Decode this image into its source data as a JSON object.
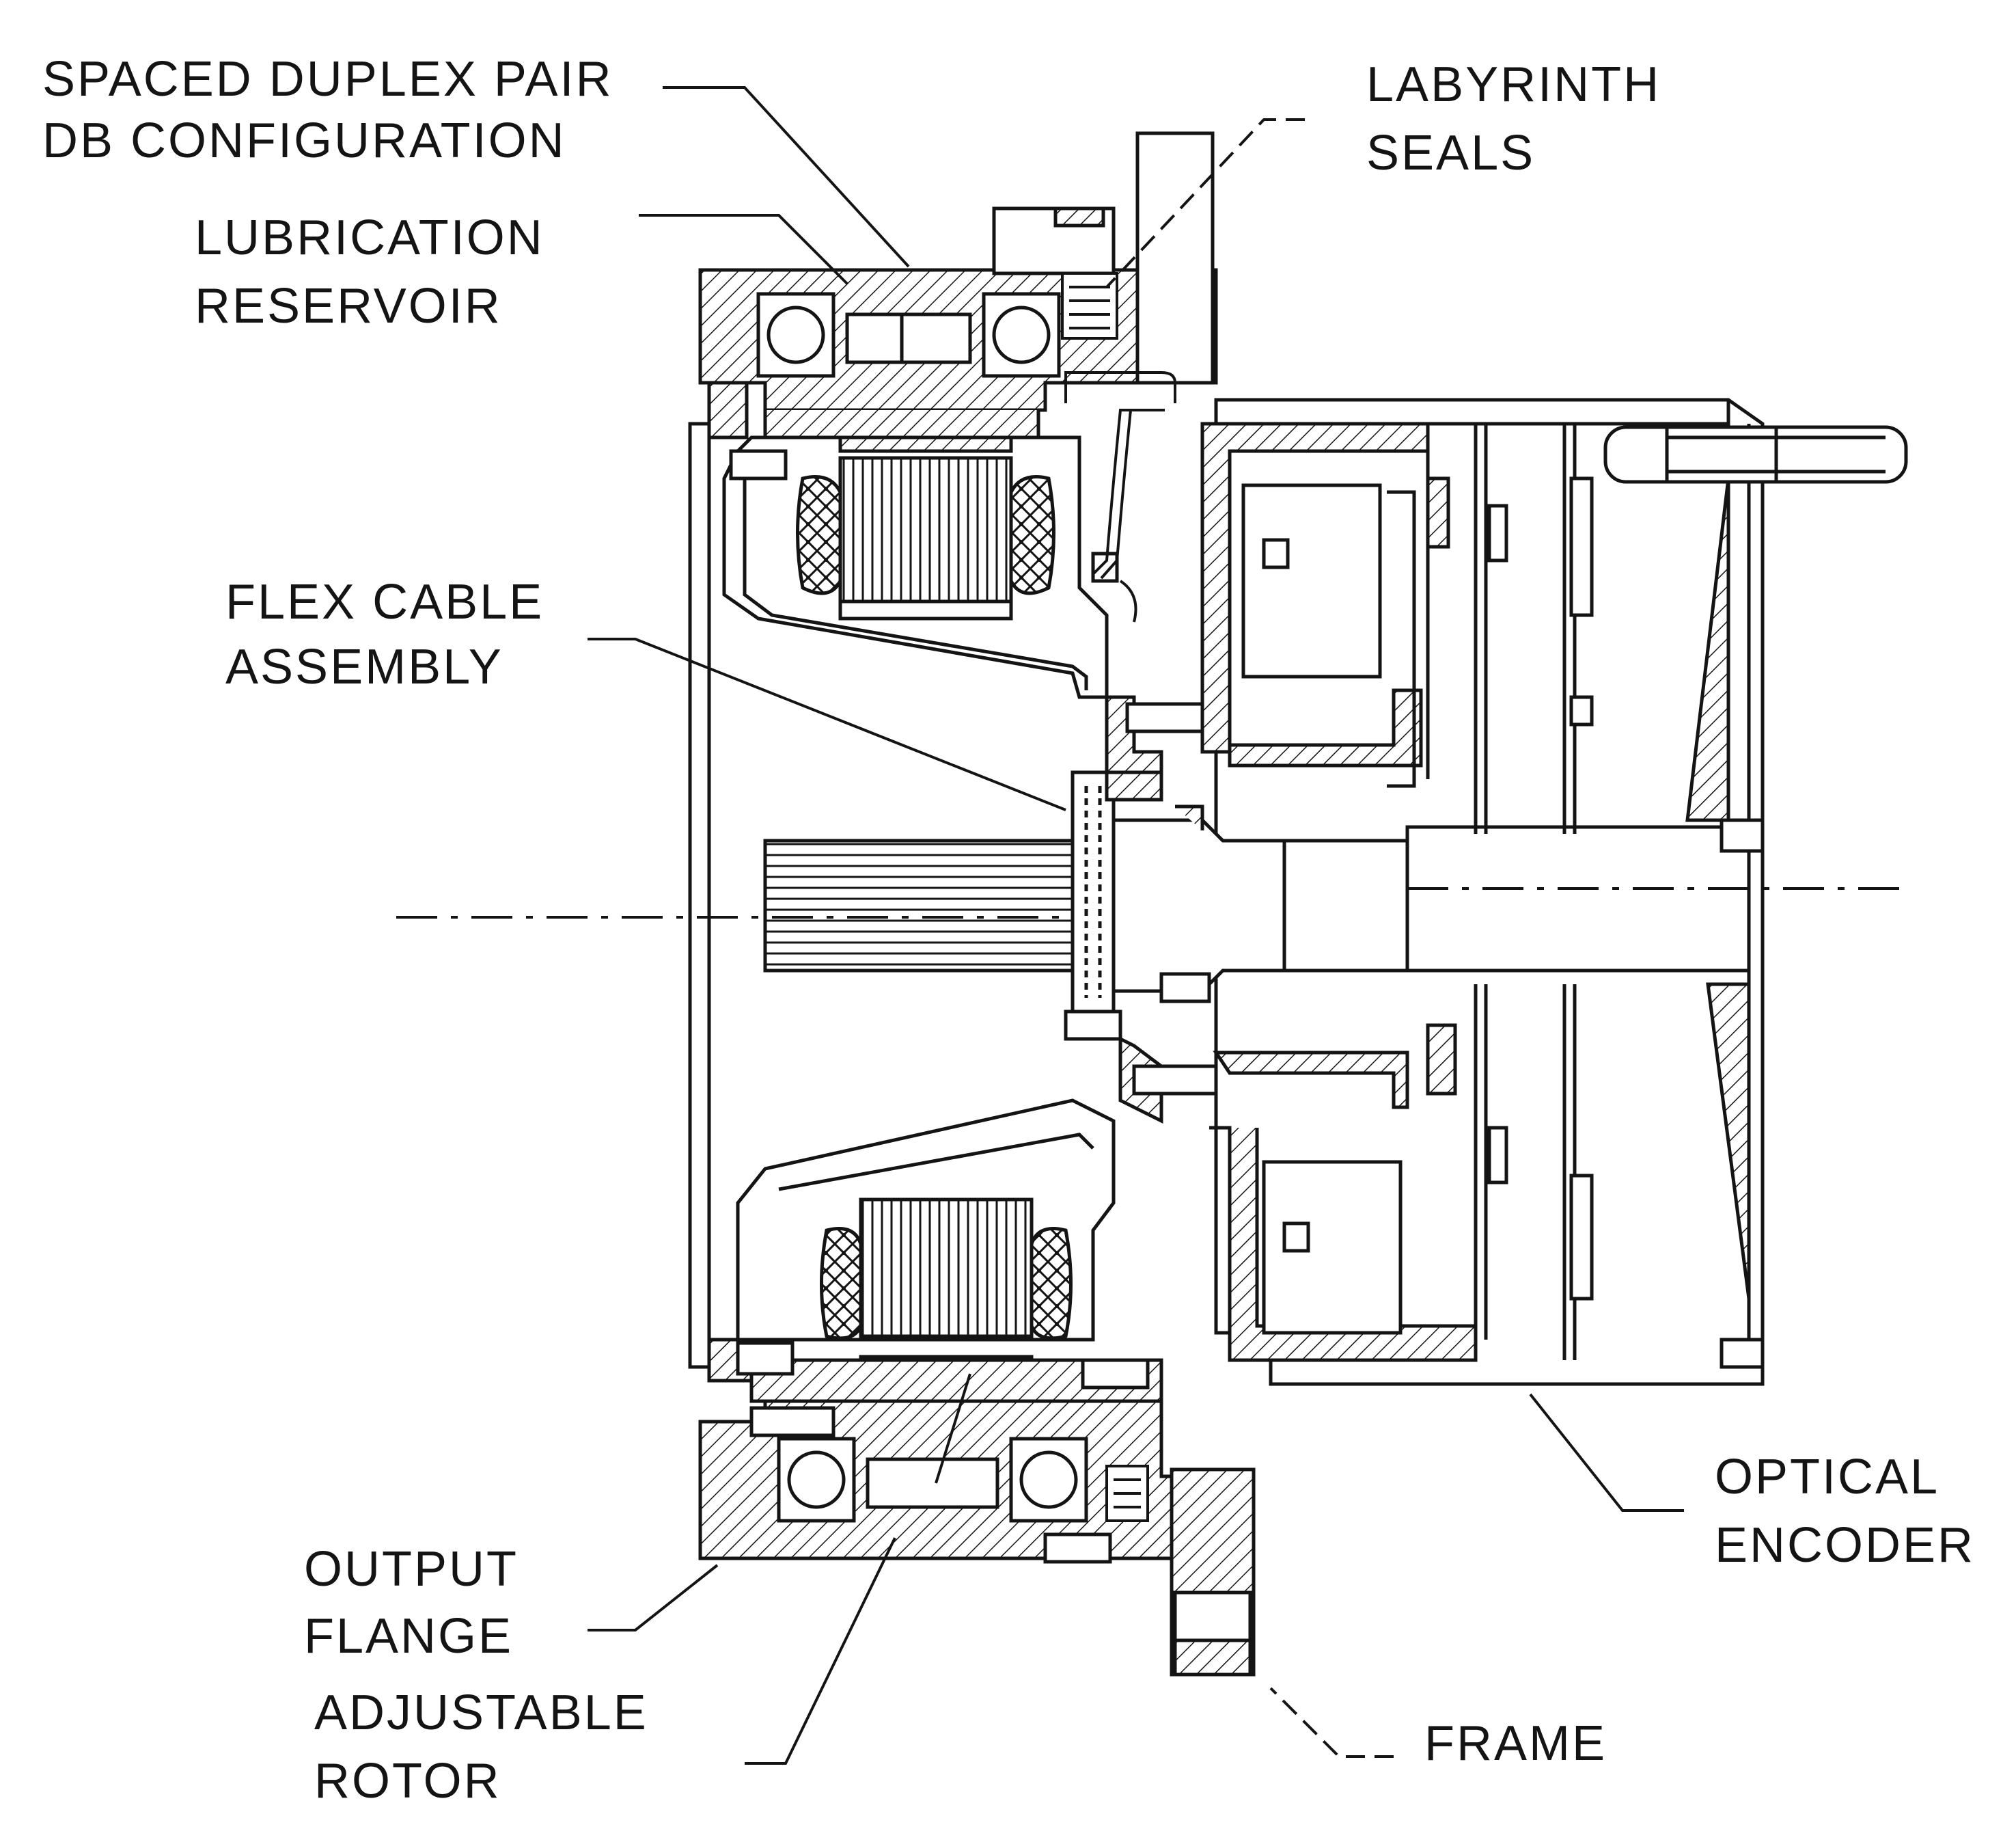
{
  "callouts": {
    "spaced_duplex_pair": {
      "line1": "SPACED DUPLEX PAIR",
      "line2": "DB CONFIGURATION"
    },
    "labyrinth_seals": {
      "line1": "LABYRINTH",
      "line2": "SEALS"
    },
    "lubrication_reservoir": {
      "line1": "LUBRICATION",
      "line2": "RESERVOIR"
    },
    "flex_cable_assembly": {
      "line1": "FLEX CABLE",
      "line2": "ASSEMBLY"
    },
    "optical_encoder": {
      "line1": "OPTICAL",
      "line2": "ENCODER"
    },
    "output_flange": {
      "line1": "OUTPUT",
      "line2": "FLANGE"
    },
    "adjustable_rotor": {
      "line1": "ADJUSTABLE",
      "line2": "ROTOR"
    },
    "frame": {
      "line1": "FRAME"
    }
  },
  "colors": {
    "ink": "#141414",
    "paper": "#ffffff"
  }
}
